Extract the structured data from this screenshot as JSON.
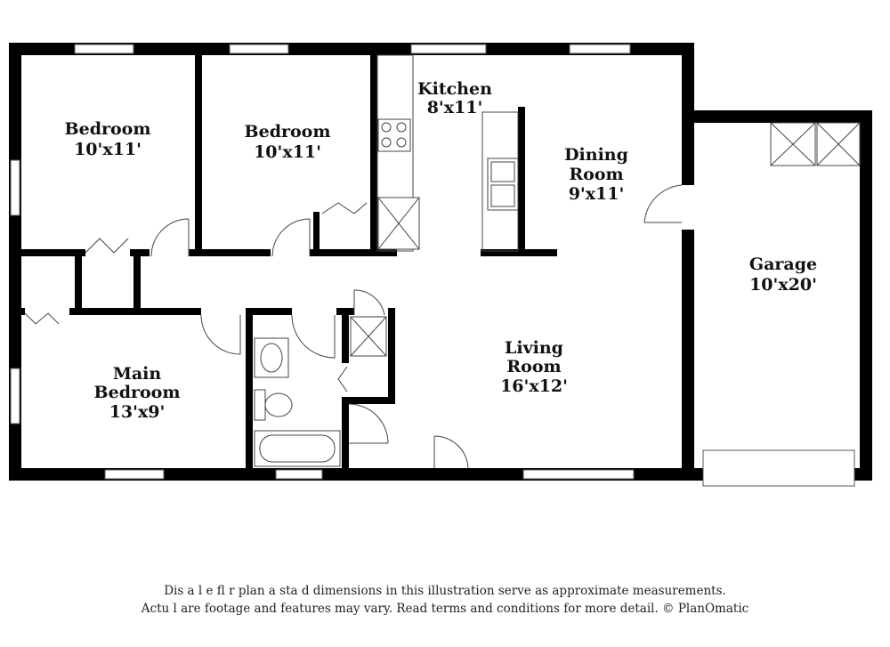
{
  "rooms": [
    {
      "id": "bedroom-1",
      "name": "Bedroom",
      "size": "10'x11'"
    },
    {
      "id": "bedroom-2",
      "name": "Bedroom",
      "size": "10'x11'"
    },
    {
      "id": "kitchen",
      "name": "Kitchen",
      "size": "8'x11'"
    },
    {
      "id": "dining-room",
      "name": "Dining",
      "name2": "Room",
      "size": "9'x11'"
    },
    {
      "id": "garage",
      "name": "Garage",
      "size": "10'x20'"
    },
    {
      "id": "main-bedroom",
      "name": "Main",
      "name2": "Bedroom",
      "size": "13'x9'"
    },
    {
      "id": "living-room",
      "name": "Living",
      "name2": "Room",
      "size": "16'x12'"
    }
  ],
  "disclaimer": {
    "line1": "Dis a  l  e fl  r plan  a  sta  d dimensions in this illustration serve as approximate measurements.",
    "line2": "Actu  l  are footage and features may vary. Read terms and conditions for more detail. © PlanOmatic"
  },
  "colors": {
    "wall": "#000000",
    "background": "#ffffff",
    "fixture": "#444444"
  }
}
